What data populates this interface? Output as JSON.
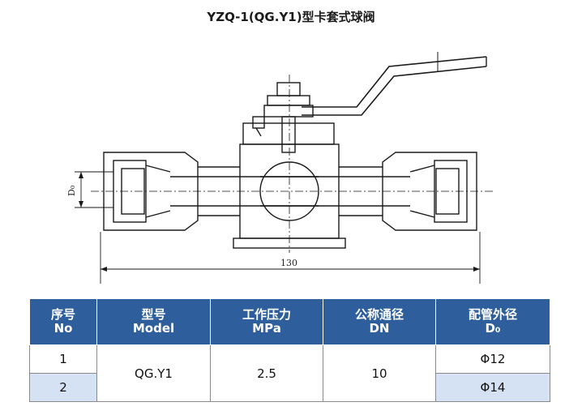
{
  "title": "YZQ-1(QG.Y1)型卡套式球阀",
  "drawing": {
    "length_label": "130",
    "diameter_label": "D₀"
  },
  "table": {
    "headers": [
      {
        "zh": "序号",
        "en": "No"
      },
      {
        "zh": "型号",
        "en": "Model"
      },
      {
        "zh": "工作压力",
        "en": "MPa"
      },
      {
        "zh": "公称通径",
        "en": "DN"
      },
      {
        "zh": "配管外径",
        "en": "D₀"
      }
    ],
    "rows": [
      {
        "no": "1",
        "pipe_od": "Φ12"
      },
      {
        "no": "2",
        "pipe_od": "Φ14"
      }
    ],
    "model": "QG.Y1",
    "pressure": "2.5",
    "nominal_dn": "10"
  },
  "colors": {
    "header_bg": "#2e5f9c",
    "row_shade": "#d5e2f4"
  }
}
